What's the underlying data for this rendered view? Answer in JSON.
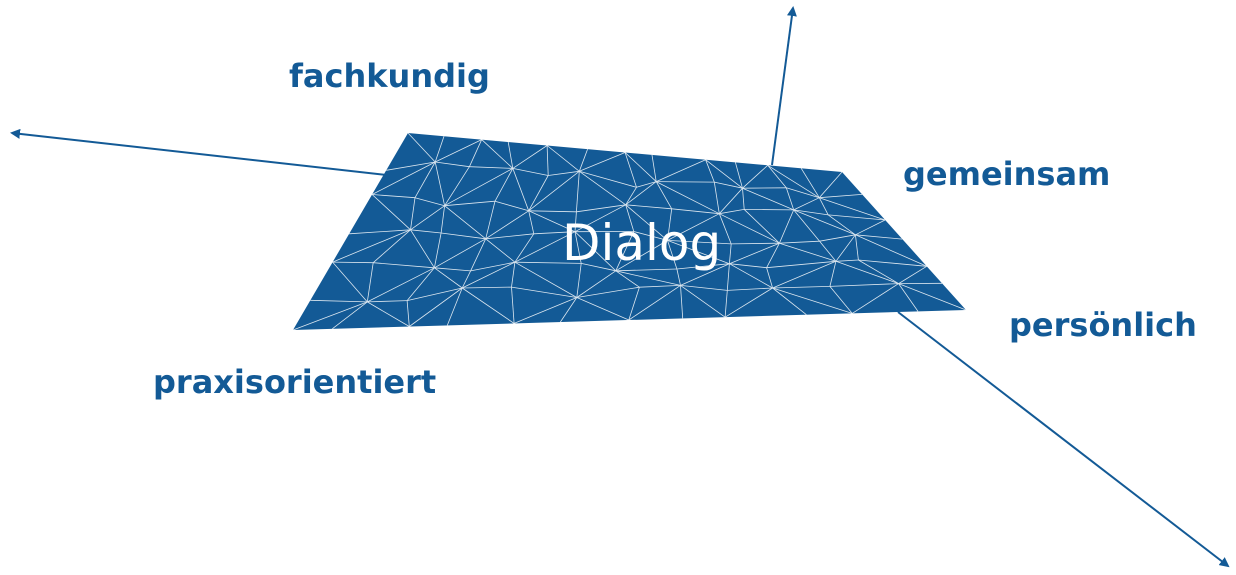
{
  "colors": {
    "primary": "#135a96",
    "mesh": "#ffffff",
    "background": "#ffffff"
  },
  "center_label": "Dialog",
  "labels": {
    "top": "fachkundig",
    "right_upper": "gemeinsam",
    "right_lower": "persönlich",
    "left_lower": "praxisorientiert"
  }
}
